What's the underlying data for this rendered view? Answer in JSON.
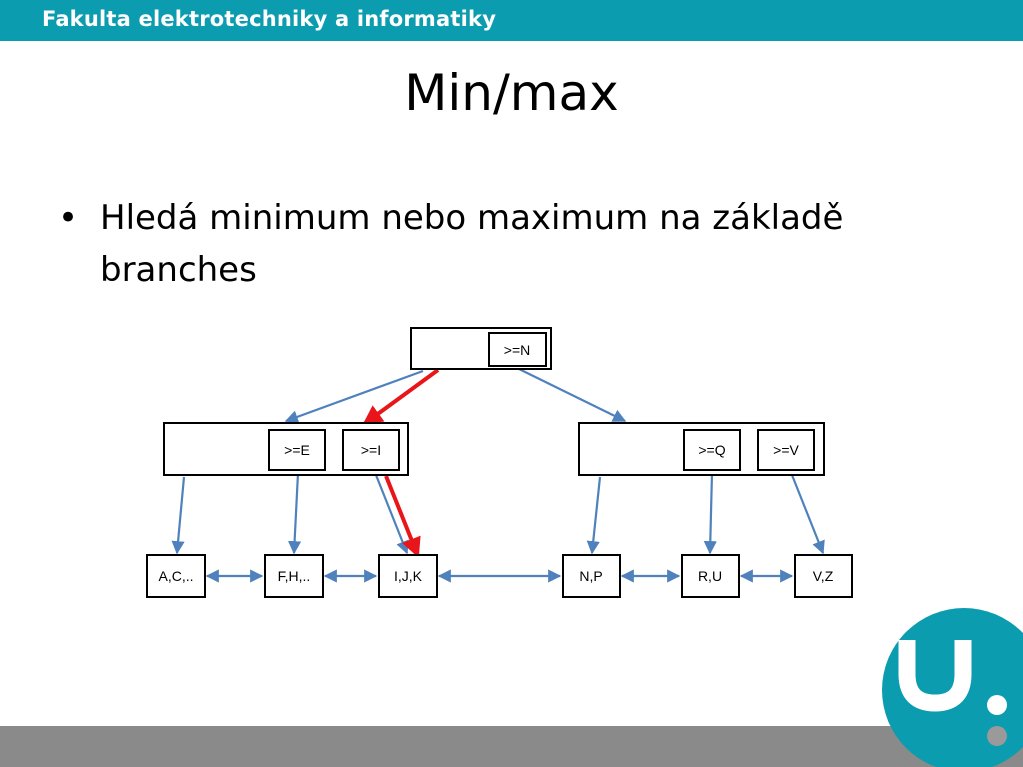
{
  "header": {
    "faculty": "Fakulta elektrotechniky a informatiky"
  },
  "slide": {
    "title": "Min/max",
    "bullet_symbol": "•",
    "bullet": "Hledá minimum nebo maximum na základě branches"
  },
  "diagram": {
    "root_key": ">=N",
    "left_keys": [
      ">=E",
      ">=I"
    ],
    "right_keys": [
      ">=Q",
      ">=V"
    ],
    "leaves": [
      "A,C,..",
      "F,H,..",
      "I,J,K",
      "N,P",
      "R,U",
      "V,Z"
    ]
  },
  "colors": {
    "header": "#0b9caf",
    "footer": "#8a8a8a",
    "pointer": "#4f81bd",
    "search_path": "#e8161b",
    "logo": "#0b9caf"
  },
  "logo_icon": "university-u-logo-icon"
}
